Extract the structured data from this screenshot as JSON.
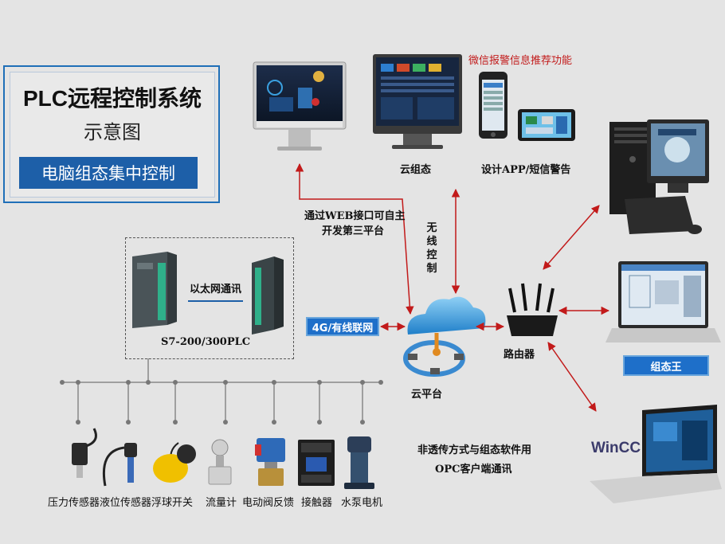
{
  "title": {
    "main": "PLC远程控制系统",
    "sub": "示意图",
    "band": "电脑组态集中控制"
  },
  "labels": {
    "wechat_alarm": "微信报警信息推荐功能",
    "cloud_config": "云组态",
    "app_design": "设计APP/短信警告",
    "web_interface_line1": "通过WEB接口可自主",
    "web_interface_line2": "开发第三平台",
    "wireless_control": "无线控制",
    "ethernet": "以太网通讯",
    "plc_model": "S7-200/300PLC",
    "network_badge": "4G/有线联网",
    "cloud_platform": "云平台",
    "router": "路由器",
    "kingview_badge": "组态王",
    "opc_line1": "非透传方式与组态软件用",
    "opc_line2": "OPC客户端通讯",
    "wincc_logo": "WinCC"
  },
  "devices": [
    {
      "label": "压力传感器"
    },
    {
      "label": "液位传感器"
    },
    {
      "label": "浮球开关"
    },
    {
      "label": "流量计"
    },
    {
      "label": "电动阀反馈"
    },
    {
      "label": "接触器"
    },
    {
      "label": "水泵电机"
    }
  ],
  "colors": {
    "accent_blue": "#1d5fa8",
    "arrow_red": "#c21a1a",
    "background": "#e4e4e4"
  }
}
